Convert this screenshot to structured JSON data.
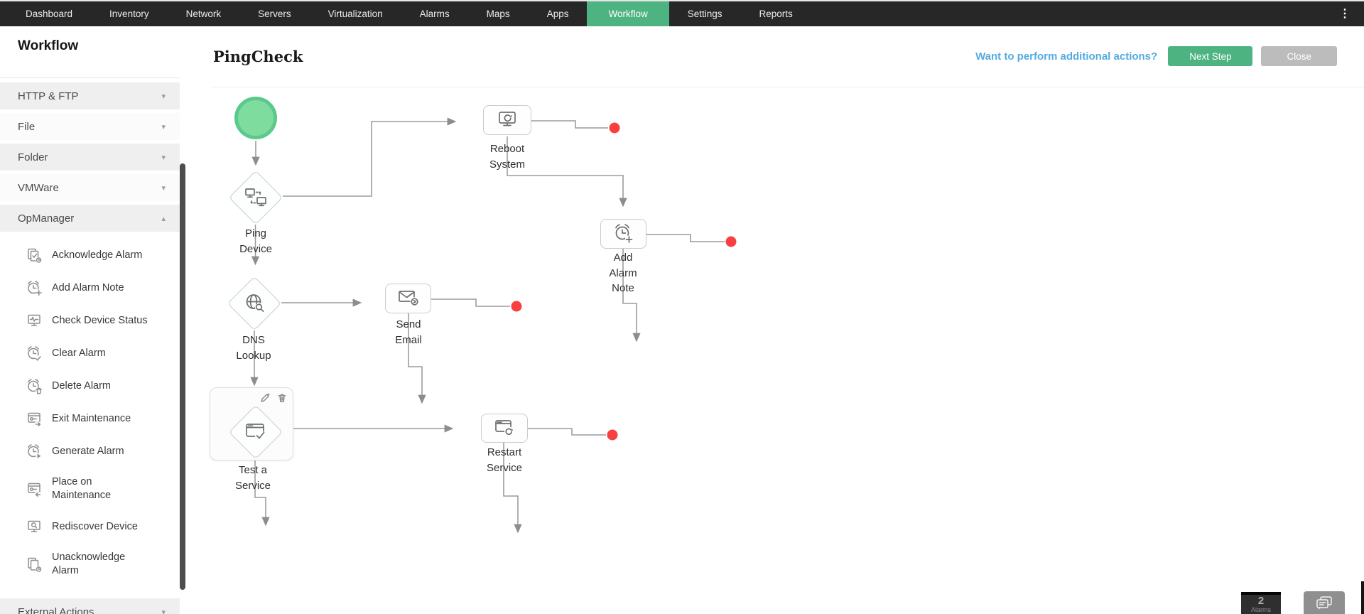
{
  "nav": {
    "items": [
      {
        "label": "Dashboard",
        "active": false
      },
      {
        "label": "Inventory",
        "active": false
      },
      {
        "label": "Network",
        "active": false
      },
      {
        "label": "Servers",
        "active": false
      },
      {
        "label": "Virtualization",
        "active": false
      },
      {
        "label": "Alarms",
        "active": false
      },
      {
        "label": "Maps",
        "active": false
      },
      {
        "label": "Apps",
        "active": false
      },
      {
        "label": "Workflow",
        "active": true
      },
      {
        "label": "Settings",
        "active": false
      },
      {
        "label": "Reports",
        "active": false
      }
    ]
  },
  "icons": {
    "chevron_down": "▾",
    "chevron_up": "▴",
    "more_vertical": "⋮"
  },
  "sidebar": {
    "title": "Workflow",
    "sections": [
      {
        "label": "HTTP & FTP",
        "state": "collapsed"
      },
      {
        "label": "File",
        "state": "collapsed"
      },
      {
        "label": "Folder",
        "state": "collapsed"
      },
      {
        "label": "VMWare",
        "state": "collapsed"
      },
      {
        "label": "OpManager",
        "state": "expanded",
        "items": [
          {
            "label": "Acknowledge Alarm",
            "icon": "acknowledge-alarm-icon"
          },
          {
            "label": "Add Alarm Note",
            "icon": "add-alarm-note-icon"
          },
          {
            "label": "Check Device Status",
            "icon": "check-device-status-icon"
          },
          {
            "label": "Clear Alarm",
            "icon": "clear-alarm-icon"
          },
          {
            "label": "Delete Alarm",
            "icon": "delete-alarm-icon"
          },
          {
            "label": "Exit Maintenance",
            "icon": "exit-maintenance-icon"
          },
          {
            "label": "Generate Alarm",
            "icon": "generate-alarm-icon"
          },
          {
            "label": "Place on Maintenance",
            "icon": "place-on-maintenance-icon"
          },
          {
            "label": "Rediscover Device",
            "icon": "rediscover-device-icon"
          },
          {
            "label": "Unacknowledge Alarm",
            "icon": "unacknowledge-alarm-icon"
          }
        ]
      },
      {
        "label": "External Actions",
        "state": "collapsed"
      }
    ]
  },
  "header": {
    "title": "PingCheck",
    "link": "Want to perform additional actions?",
    "next_step_label": "Next Step",
    "close_label": "Close"
  },
  "workflow": {
    "nodes": {
      "start": {
        "type": "start"
      },
      "ping_device": {
        "type": "decision",
        "label": "Ping Device",
        "lines": [
          "Ping",
          "Device"
        ],
        "icon": "ping-device-icon"
      },
      "reboot_system": {
        "type": "action",
        "label": "Reboot System",
        "lines": [
          "Reboot",
          "System"
        ],
        "icon": "reboot-system-icon"
      },
      "add_alarm_note": {
        "type": "action",
        "label": "Add Alarm Note",
        "lines": [
          "Add",
          "Alarm",
          "Note"
        ],
        "icon": "add-alarm-note-icon"
      },
      "dns_lookup": {
        "type": "decision",
        "label": "DNS Lookup",
        "lines": [
          "DNS",
          "Lookup"
        ],
        "icon": "dns-lookup-icon"
      },
      "send_email": {
        "type": "action",
        "label": "Send Email",
        "lines": [
          "Send",
          "Email"
        ],
        "icon": "send-email-icon"
      },
      "test_a_service": {
        "type": "decision",
        "label": "Test a Service",
        "lines": [
          "Test a",
          "Service"
        ],
        "icon": "test-a-service-icon",
        "selected": true
      },
      "restart_service": {
        "type": "action",
        "label": "Restart Service",
        "lines": [
          "Restart",
          "Service"
        ],
        "icon": "restart-service-icon"
      }
    }
  },
  "widgets": {
    "alarm_count": "2",
    "alarm_caption": "Alarms"
  },
  "colors": {
    "nav_bg": "#272727",
    "accent_green": "#4db381",
    "link_blue": "#55aae0",
    "close_gray": "#bcbcbc",
    "connector_gray": "#9c9c9c",
    "endpoint_red": "#f94040",
    "start_fill": "#7edc9e",
    "start_border": "#5bc98c"
  }
}
